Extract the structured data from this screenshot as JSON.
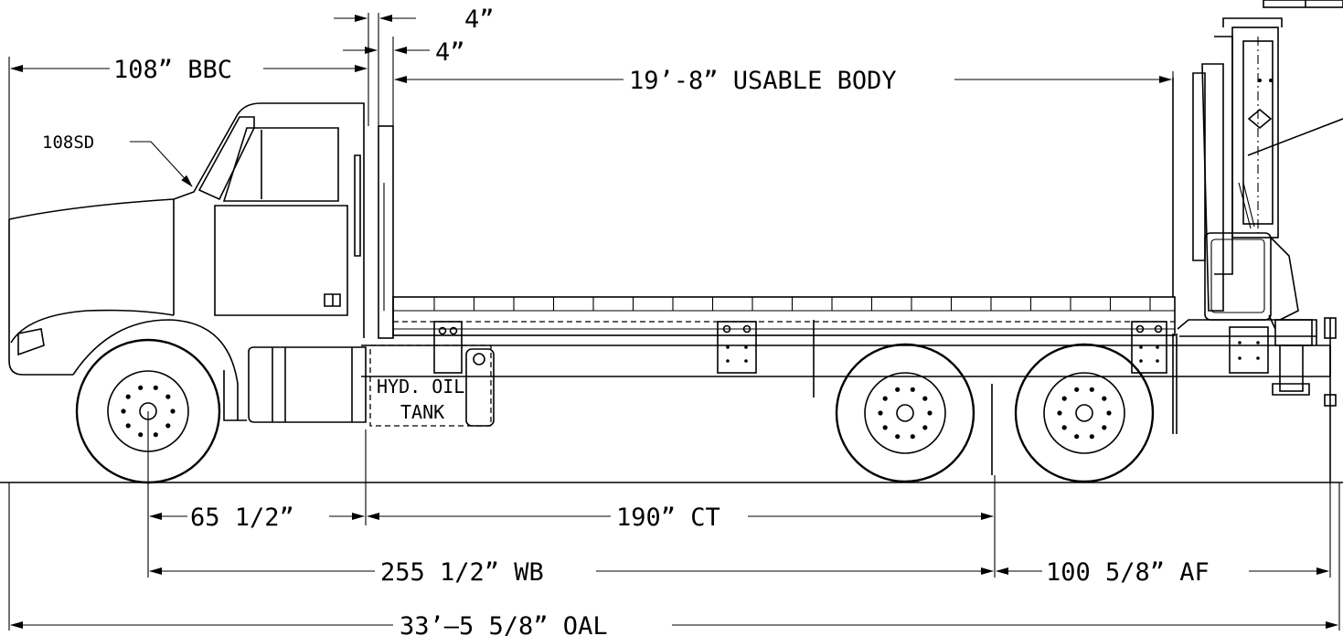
{
  "dimensions": {
    "cab_gap_top": "4”",
    "cab_gap_second": "4”",
    "bbc": "108”  BBC",
    "usable_body": "19’-8”  USABLE  BODY",
    "front_axle_to_cab": "65  1/2”",
    "ct": "190”  CT",
    "wb": "255  1/2”  WB",
    "af": "100  5/8”  AF",
    "oal": "33’–5  5/8”  OAL"
  },
  "labels": {
    "model": "108SD",
    "tank_line1": "HYD.  OIL",
    "tank_line2": "TANK"
  }
}
